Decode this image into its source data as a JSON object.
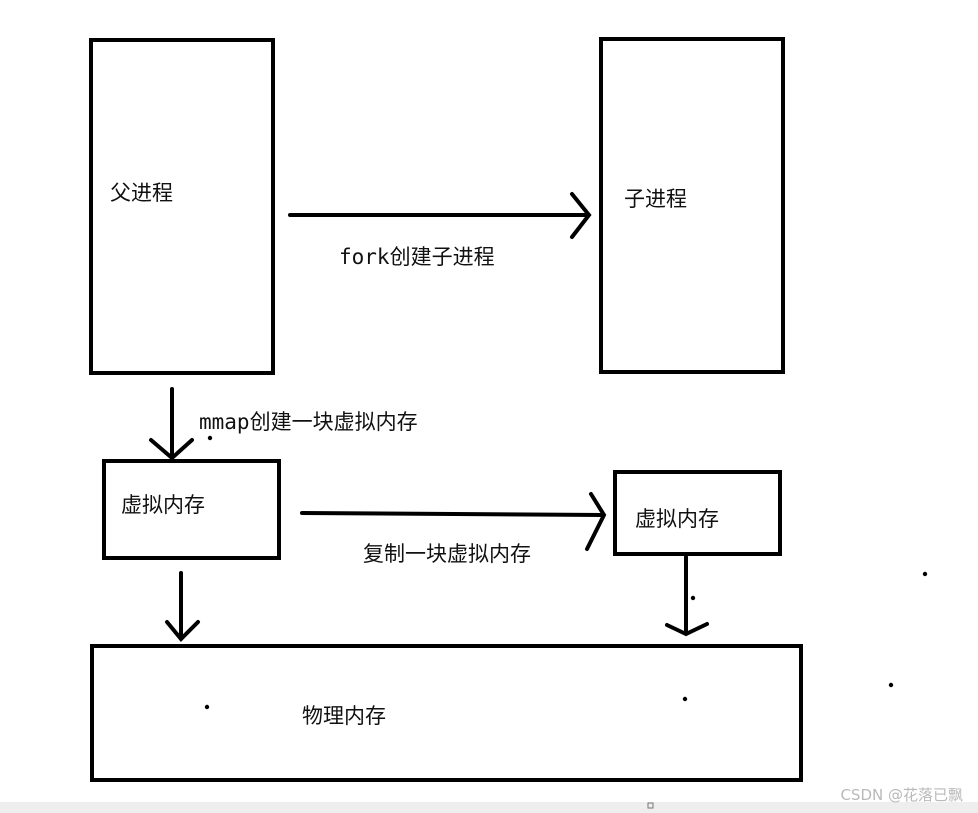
{
  "nodes": {
    "parent_process": "父进程",
    "child_process": "子进程",
    "virtual_memory_parent": "虚拟内存",
    "virtual_memory_child": "虚拟内存",
    "physical_memory": "物理内存"
  },
  "edges": {
    "fork": "fork创建子进程",
    "mmap": "mmap创建一块虚拟内存",
    "copy": "复制一块虚拟内存"
  },
  "watermark": "CSDN @花落已飘"
}
